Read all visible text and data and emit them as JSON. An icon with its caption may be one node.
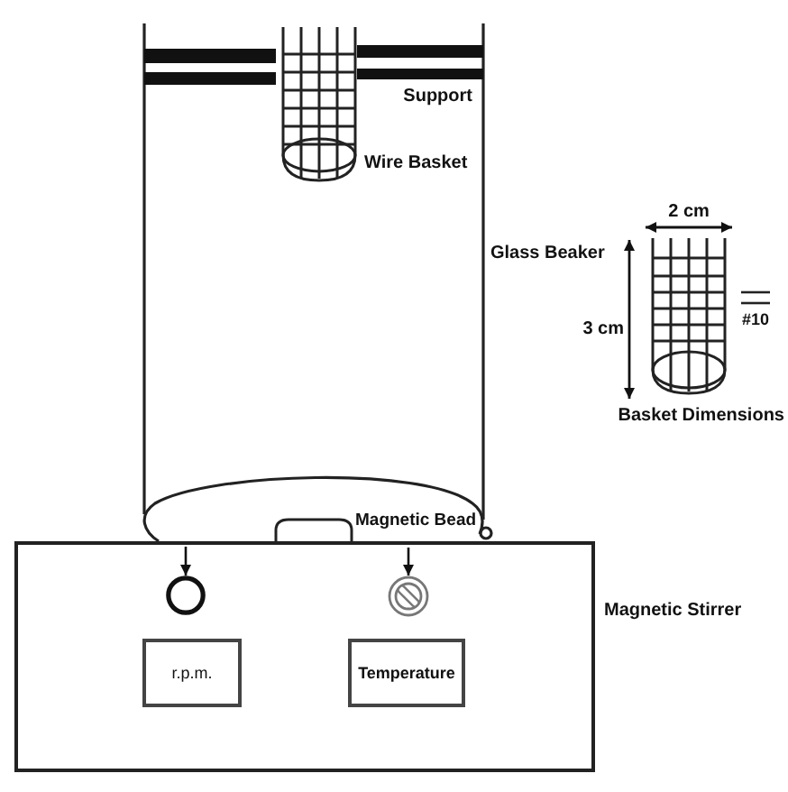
{
  "diagram": {
    "nodes": [
      {
        "text": [
          "Magnetic Stirrer"
        ]
      },
      {
        "text": [],
        "shape": "circle",
        "in": 0
      },
      {
        "text": [],
        "shape": "circle",
        "in": 0
      },
      {
        "text": [
          "r.p.m."
        ],
        "in": 0
      },
      {
        "text": [
          "Temperature"
        ],
        "in": 0
      }
    ],
    "edges": [
      {
        "from": null,
        "to": 1,
        "arrow": "to"
      },
      {
        "from": null,
        "to": 2,
        "arrow": "to"
      }
    ],
    "labels": [
      "Support",
      "Wire Basket",
      "2 cm",
      "Glass Beaker",
      "3 cm",
      "#10",
      "Basket Dimensions",
      "Magnetic Bead"
    ]
  }
}
